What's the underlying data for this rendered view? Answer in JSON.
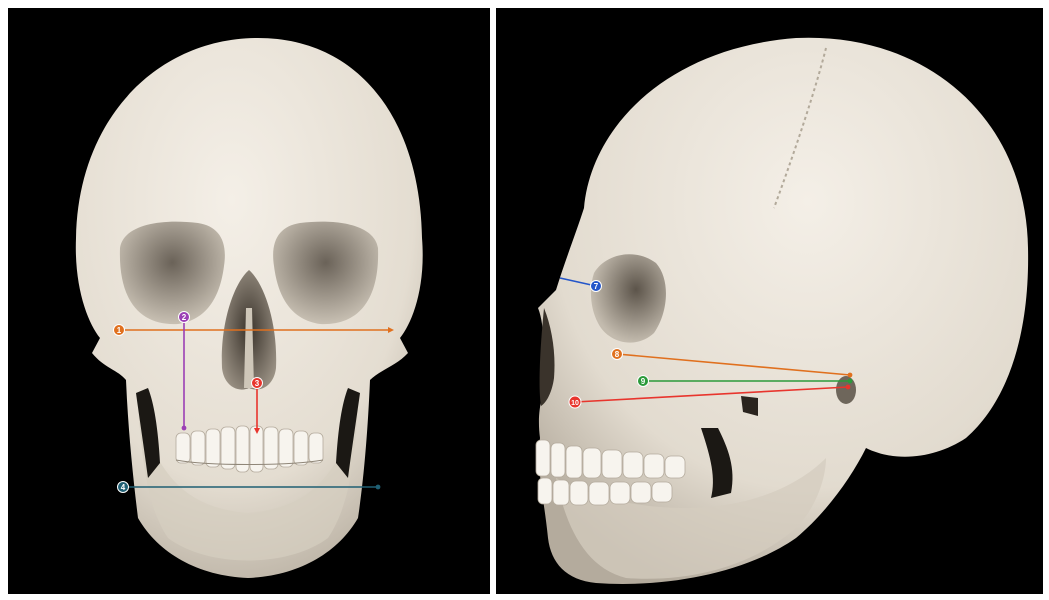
{
  "views": {
    "front": {
      "markers": [
        {
          "label": "1",
          "color": "#e0701e"
        },
        {
          "label": "2",
          "color": "#9b3fb5"
        },
        {
          "label": "3",
          "color": "#e8352d"
        },
        {
          "label": "4",
          "color": "#1f5f73"
        }
      ]
    },
    "side": {
      "markers": [
        {
          "label": "7",
          "color": "#2456c9"
        },
        {
          "label": "8",
          "color": "#e0701e"
        },
        {
          "label": "9",
          "color": "#2b9a3a"
        },
        {
          "label": "10",
          "color": "#e8352d"
        }
      ]
    }
  },
  "colors": {
    "background": "#000000",
    "bone": "#ece6dc",
    "bone_shadow": "#bfb6a8",
    "cavity": "#3b342c"
  }
}
